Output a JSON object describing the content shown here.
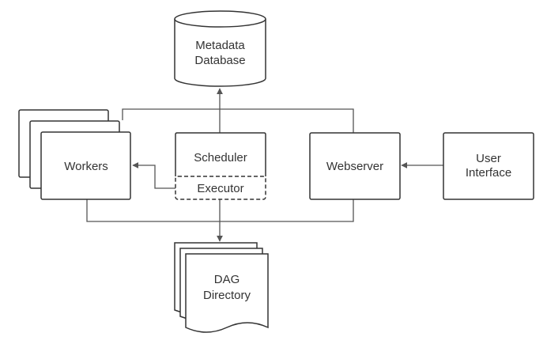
{
  "nodes": {
    "metadata_database": {
      "line1": "Metadata",
      "line2": "Database"
    },
    "workers": {
      "label": "Workers"
    },
    "scheduler": {
      "label": "Scheduler"
    },
    "executor": {
      "label": "Executor"
    },
    "webserver": {
      "label": "Webserver"
    },
    "user_interface": {
      "line1": "User",
      "line2": "Interface"
    },
    "dag_directory": {
      "line1": "DAG",
      "line2": "Directory"
    }
  },
  "colors": {
    "stroke": "#333333",
    "line": "#555555",
    "fill": "#ffffff",
    "text": "#333333"
  }
}
